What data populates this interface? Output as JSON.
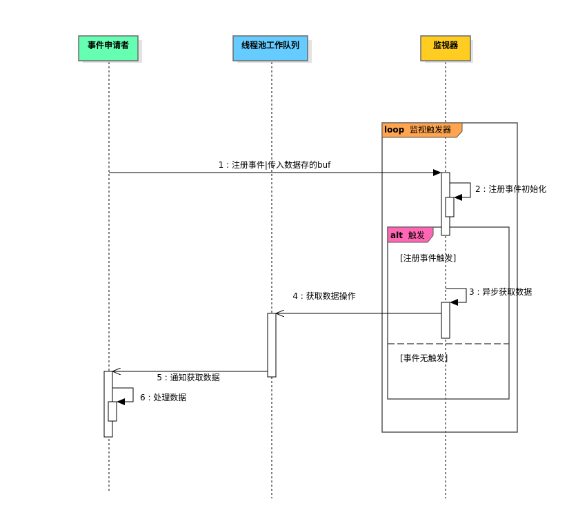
{
  "participants": [
    {
      "id": "p1",
      "label": "事件申请者",
      "fill": "#66ffb2"
    },
    {
      "id": "p2",
      "label": "线程池工作队列",
      "fill": "#66ccff"
    },
    {
      "id": "p3",
      "label": "监视器",
      "fill": "#ffcc22"
    }
  ],
  "fragments": {
    "loop": {
      "keyword": "loop",
      "label": "监视触发器",
      "tab_color": "#ffa54f"
    },
    "alt": {
      "keyword": "alt",
      "label": "触发",
      "tab_color": "#ff66b3",
      "guard1": "[注册事件触发]",
      "guard2": "[事件无触发]"
    }
  },
  "messages": [
    {
      "id": "m1",
      "label": "1 : 注册事件|传入数据存的buf"
    },
    {
      "id": "m2",
      "label": "2 : 注册事件初始化"
    },
    {
      "id": "m3",
      "label": "3 : 异步获取数据"
    },
    {
      "id": "m4",
      "label": "4 : 获取数据操作"
    },
    {
      "id": "m5",
      "label": "5 : 通知获取数据"
    },
    {
      "id": "m6",
      "label": "6 : 处理数据"
    }
  ],
  "colors": {
    "line": "#000000",
    "frame": "#555555"
  }
}
